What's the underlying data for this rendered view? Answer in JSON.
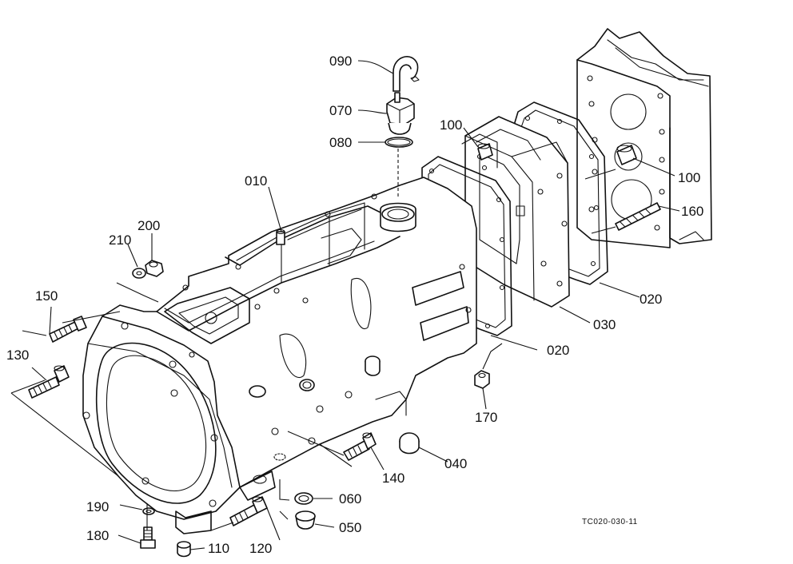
{
  "parts": {
    "p010": "010",
    "p020a": "020",
    "p020b": "020",
    "p030": "030",
    "p040": "040",
    "p050": "050",
    "p060": "060",
    "p070": "070",
    "p080": "080",
    "p090": "090",
    "p100a": "100",
    "p100b": "100",
    "p110": "110",
    "p120": "120",
    "p130": "130",
    "p140": "140",
    "p150": "150",
    "p160": "160",
    "p170": "170",
    "p180": "180",
    "p190": "190",
    "p200": "200",
    "p210": "210"
  },
  "reference_code": "TC020-030-11"
}
